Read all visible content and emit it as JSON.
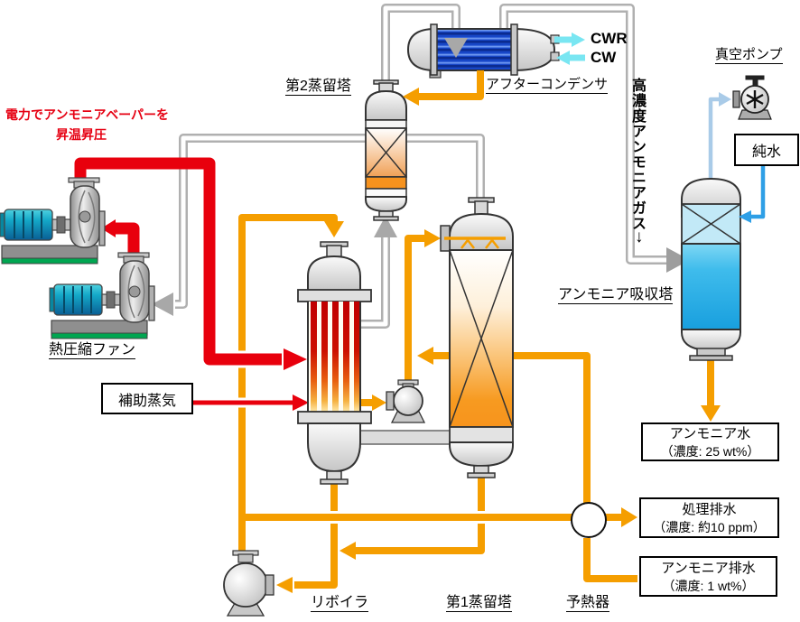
{
  "diagram": {
    "title_note": {
      "line1": "電力でアンモニアベーパーを",
      "line2": "昇温昇圧"
    },
    "equipment_labels": {
      "column2": "第2蒸留塔",
      "after_condenser": "アフターコンデンサ",
      "vacuum_pump": "真空ポンプ",
      "absorber": "アンモニア吸収塔",
      "compression_fan": "熱圧縮ファン",
      "reboiler": "リボイラ",
      "column1": "第1蒸留塔",
      "preheater": "予熱器"
    },
    "stream_labels": {
      "cwr": "CWR",
      "cw": "CW",
      "pure_water": "純水",
      "aux_steam": "補助蒸気",
      "high_conc_gas": "高濃度アンモニアガス",
      "gas_down_arrow": "↓"
    },
    "outputs": {
      "ammonia_water": {
        "line1": "アンモニア水",
        "line2": "（濃度: 25 wt%）"
      },
      "treated_water": {
        "line1": "処理排水",
        "line2": "（濃度: 約10 ppm）"
      },
      "ammonia_drain": {
        "line1": "アンモニア排水",
        "line2": "（濃度: 1 wt%）"
      }
    },
    "colors": {
      "orange_line": "#F59E00",
      "red_line": "#E8000D",
      "gray_pipe": "#B0B0B0",
      "water_blue": "#2E9FE6",
      "pale_vapor_blue": "#A9CBE8",
      "cooling_cyan": "#79E6F2",
      "absorber_blue": "#2AACE3"
    }
  }
}
